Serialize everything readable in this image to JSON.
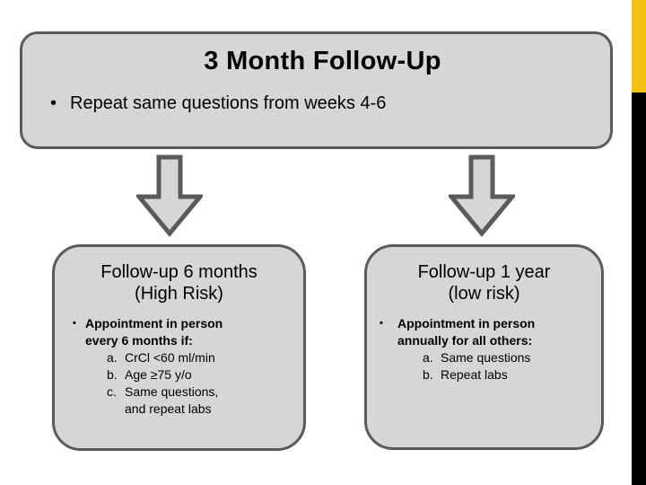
{
  "slide": {
    "background_color": "#FFFFFF",
    "box_fill_color": "#D6D6D6",
    "box_border_color": "#5A5A5A",
    "accent_yellow": "#F5C111",
    "accent_black": "#000000"
  },
  "header_box": {
    "title": "3 Month Follow-Up",
    "bullet_marker": "•",
    "bullet_text": "Repeat same questions from weeks 4-6"
  },
  "arrows": {
    "left_label": "down-arrow",
    "right_label": "down-arrow"
  },
  "left_box": {
    "heading_line1": "Follow-up 6 months",
    "heading_line2": "(High Risk)",
    "bullet_marker": "•",
    "bullet_line1": "Appointment in person",
    "bullet_line2": "every 6 months if:",
    "sub_items": [
      {
        "marker": "a.",
        "text": "CrCl <60 ml/min"
      },
      {
        "marker": "b.",
        "text": "Age ≥75 y/o"
      },
      {
        "marker": "c.",
        "text": "Same questions,"
      }
    ],
    "sub_item_continuation": "and repeat labs"
  },
  "right_box": {
    "heading_line1": "Follow-up 1 year",
    "heading_line2": "(low risk)",
    "bullet_marker": "•",
    "bullet_line1": "Appointment in person",
    "bullet_line2": "annually for all others:",
    "sub_items": [
      {
        "marker": "a.",
        "text": "Same questions"
      },
      {
        "marker": "b.",
        "text": "Repeat labs"
      }
    ]
  }
}
